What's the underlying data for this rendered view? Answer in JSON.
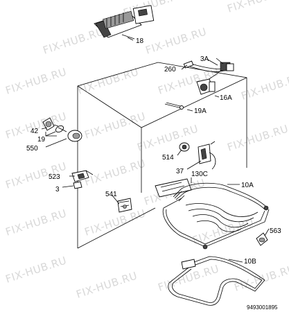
{
  "watermark_text": "FIX-HUB.RU",
  "doc_number": "9493001895",
  "part_labels": {
    "p18": "18",
    "p3a": "3A",
    "p260": "260",
    "p16a": "16A",
    "p19a": "19A",
    "p42": "42",
    "p19": "19",
    "p550": "550",
    "p514": "514",
    "p37": "37",
    "p130c": "130C",
    "p10a": "10A",
    "p523": "523",
    "p3": "3",
    "p541": "541",
    "p563": "563",
    "p10b": "10B"
  }
}
